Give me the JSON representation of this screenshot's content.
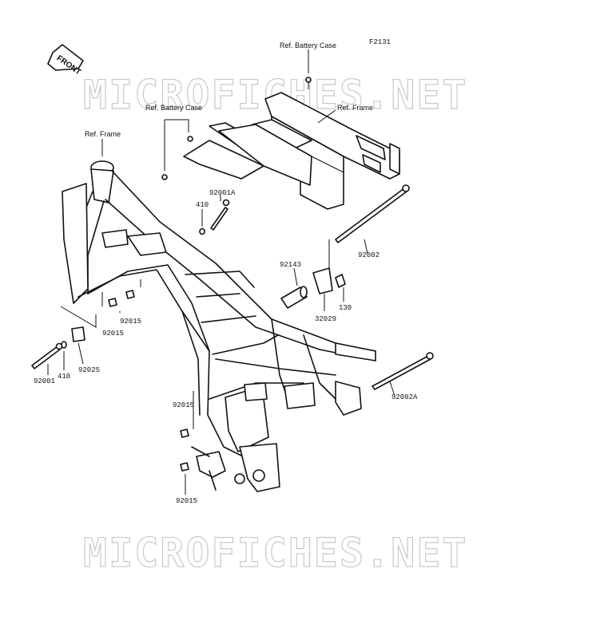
{
  "figure_code": "F2131",
  "watermark": "MICROFICHES.NET",
  "front_label": "FRONT",
  "labels": {
    "ref_battery_case_top": "Ref. Battery Case",
    "ref_frame_right": "Ref. Frame",
    "ref_battery_case_left": "Ref. Battery Case",
    "ref_frame_left": "Ref. Frame",
    "p92001A": "92001A",
    "p410_upper": "410",
    "p92002": "92002",
    "p92143": "92143",
    "p130": "130",
    "p32029": "32029",
    "p92015_a": "92015",
    "p92015_b": "92015",
    "p92025": "92025",
    "p410_lower": "410",
    "p92001": "92001",
    "p92002A": "92002A",
    "p92015_c": "92015",
    "p92015_d": "92015"
  }
}
